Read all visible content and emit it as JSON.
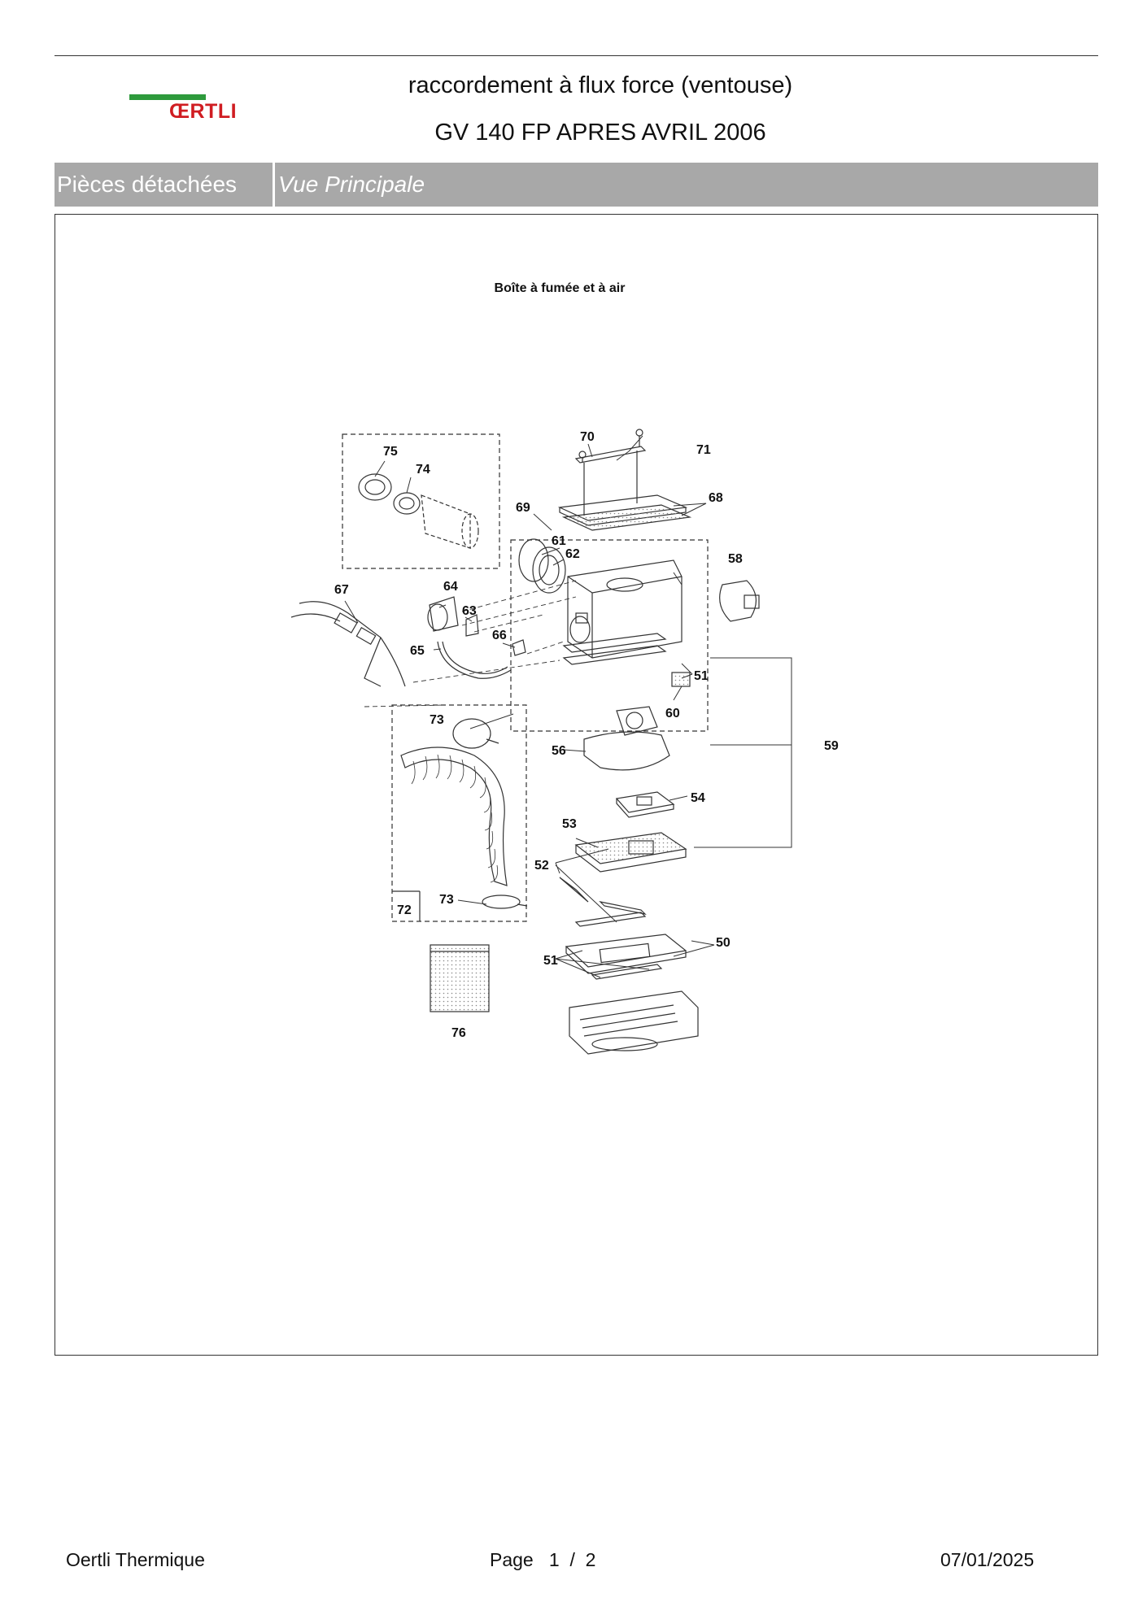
{
  "header": {
    "brand": "ŒRTLI",
    "title_line1": "raccordement à flux force (ventouse)",
    "title_line2": "GV 140 FP APRES AVRIL 2006"
  },
  "band": {
    "section": "Pièces détachées",
    "view": "Vue Principale"
  },
  "diagram": {
    "caption": "Boîte à fumée et à air",
    "labels": {
      "l50": "50",
      "l51a": "51",
      "l51b": "51",
      "l52": "52",
      "l53": "53",
      "l54": "54",
      "l56": "56",
      "l58": "58",
      "l59": "59",
      "l60": "60",
      "l61": "61",
      "l62": "62",
      "l63": "63",
      "l64": "64",
      "l65": "65",
      "l66": "66",
      "l67": "67",
      "l68": "68",
      "l69": "69",
      "l70": "70",
      "l71": "71",
      "l72": "72",
      "l73a": "73",
      "l73b": "73",
      "l74": "74",
      "l75": "75",
      "l76": "76"
    }
  },
  "footer": {
    "company": "Oertli Thermique",
    "page_label": "Page",
    "page_current": "1",
    "page_sep": "/",
    "page_total": "2",
    "date": "07/01/2025"
  },
  "colors": {
    "logo_green": "#2e9a3c",
    "logo_red": "#d01d22",
    "band_gray": "#a8a8a8"
  }
}
